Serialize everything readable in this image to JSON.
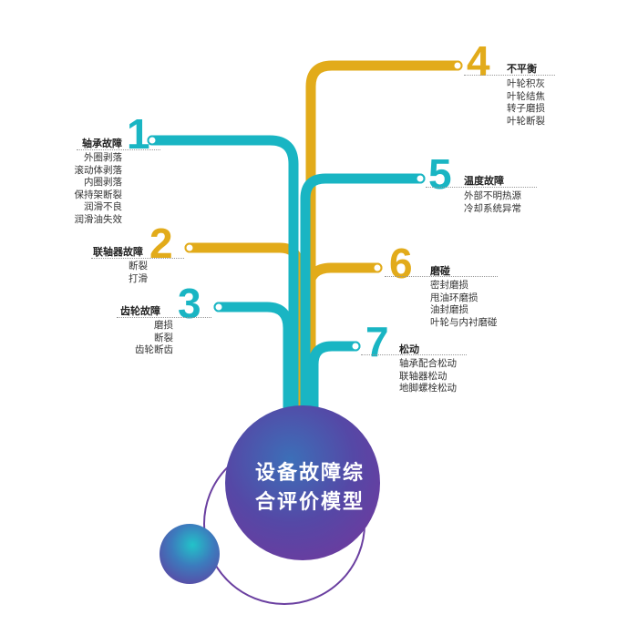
{
  "title_line1": "设备故障综",
  "title_line2": "合评价模型",
  "colors": {
    "teal": "#19b5c3",
    "gold": "#e2ab1a",
    "purple": "#6a3fa0",
    "rule": "#999999"
  },
  "branches": [
    {
      "number": "1",
      "category": "轴承故障",
      "items": [
        "外圈剥落",
        "滚动体剥落",
        "内圈剥落",
        "保持架断裂",
        "润滑不良",
        "润滑油失效"
      ]
    },
    {
      "number": "2",
      "category": "联轴器故障",
      "items": [
        "断裂",
        "打滑"
      ]
    },
    {
      "number": "3",
      "category": "齿轮故障",
      "items": [
        "磨损",
        "断裂",
        "齿轮断齿"
      ]
    },
    {
      "number": "4",
      "category": "不平衡",
      "items": [
        "叶轮积灰",
        "叶轮结焦",
        "转子磨损",
        "叶轮断裂"
      ]
    },
    {
      "number": "5",
      "category": "温度故障",
      "items": [
        "外部不明热源",
        "冷却系统异常"
      ]
    },
    {
      "number": "6",
      "category": "磨碰",
      "items": [
        "密封磨损",
        "甩油环磨损",
        "油封磨损",
        "叶轮与内衬磨碰"
      ]
    },
    {
      "number": "7",
      "category": "松动",
      "items": [
        "轴承配合松动",
        "联轴器松动",
        "地脚螺栓松动"
      ]
    }
  ]
}
